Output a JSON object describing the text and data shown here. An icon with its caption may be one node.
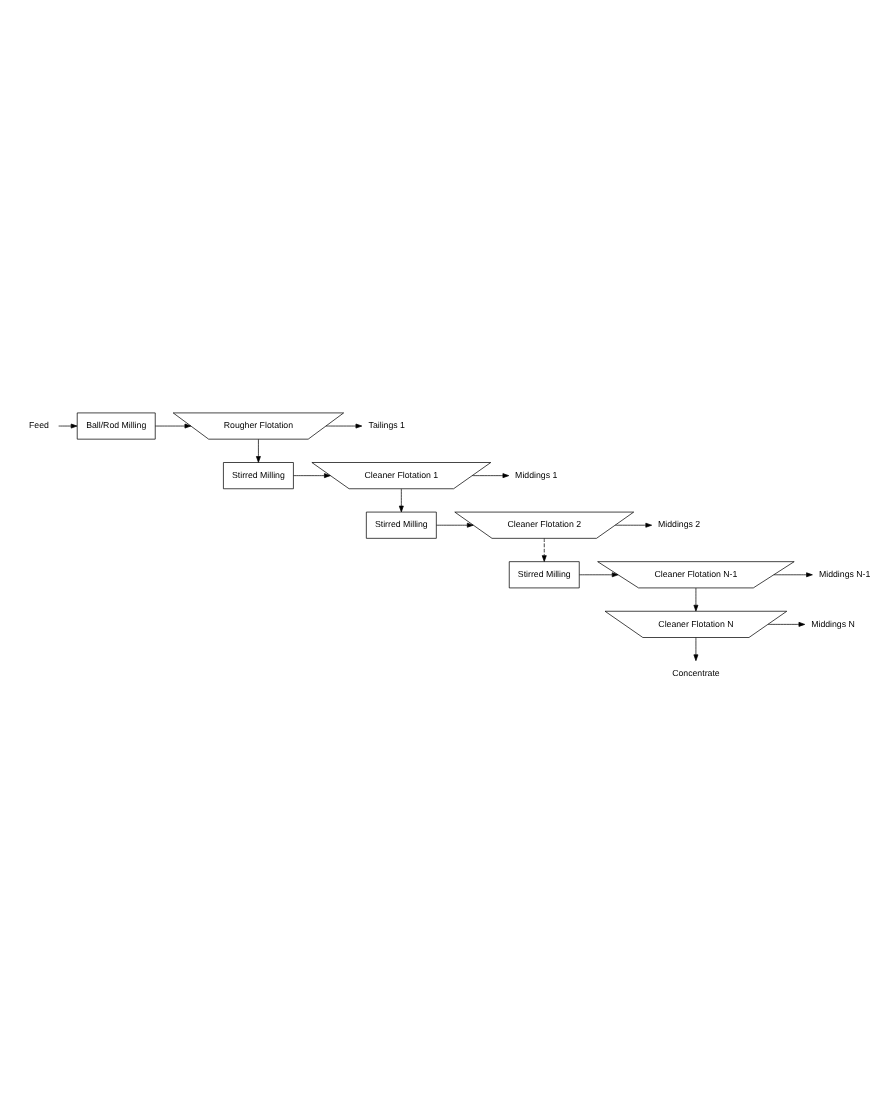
{
  "diagram": {
    "nodes": [
      {
        "text": [
          "Feed"
        ]
      },
      {
        "text": [
          "Ball/Rod Milling"
        ]
      },
      {
        "text": [
          "Rougher Flotation"
        ]
      },
      {
        "text": [
          "Tailings 1"
        ]
      },
      {
        "text": [
          "Stirred Milling"
        ]
      },
      {
        "text": [
          "Cleaner Flotation 1"
        ]
      },
      {
        "text": [
          "Middings 1"
        ]
      },
      {
        "text": [
          "Stirred Milling"
        ]
      },
      {
        "text": [
          "Cleaner Flotation 2"
        ]
      },
      {
        "text": [
          "Middings 2"
        ]
      },
      {
        "text": [
          "Stirred Milling"
        ]
      },
      {
        "text": [
          "Cleaner Flotation N-1"
        ]
      },
      {
        "text": [
          "Middings N-1"
        ]
      },
      {
        "text": [
          "Cleaner Flotation N"
        ]
      },
      {
        "text": [
          "Middings N"
        ]
      },
      {
        "text": [
          "Concentrate"
        ]
      }
    ],
    "edges": [
      {
        "from": 0,
        "to": 1,
        "arrow": "to"
      },
      {
        "from": 1,
        "to": 2,
        "arrow": "to"
      },
      {
        "from": 2,
        "to": 3,
        "arrow": "to"
      },
      {
        "from": 2,
        "to": 4,
        "arrow": "to"
      },
      {
        "from": 4,
        "to": 5,
        "arrow": "to"
      },
      {
        "from": 5,
        "to": 6,
        "arrow": "to"
      },
      {
        "from": 5,
        "to": 7,
        "arrow": "to"
      },
      {
        "from": 7,
        "to": 8,
        "arrow": "to"
      },
      {
        "from": 8,
        "to": 9,
        "arrow": "to"
      },
      {
        "from": 8,
        "to": 10,
        "arrow": "to",
        "style": "dashed"
      },
      {
        "from": 10,
        "to": 11,
        "arrow": "to"
      },
      {
        "from": 11,
        "to": 12,
        "arrow": "to"
      },
      {
        "from": 11,
        "to": 13,
        "arrow": "to"
      },
      {
        "from": 13,
        "to": 14,
        "arrow": "to"
      },
      {
        "from": 13,
        "to": 15,
        "arrow": "to"
      }
    ]
  }
}
